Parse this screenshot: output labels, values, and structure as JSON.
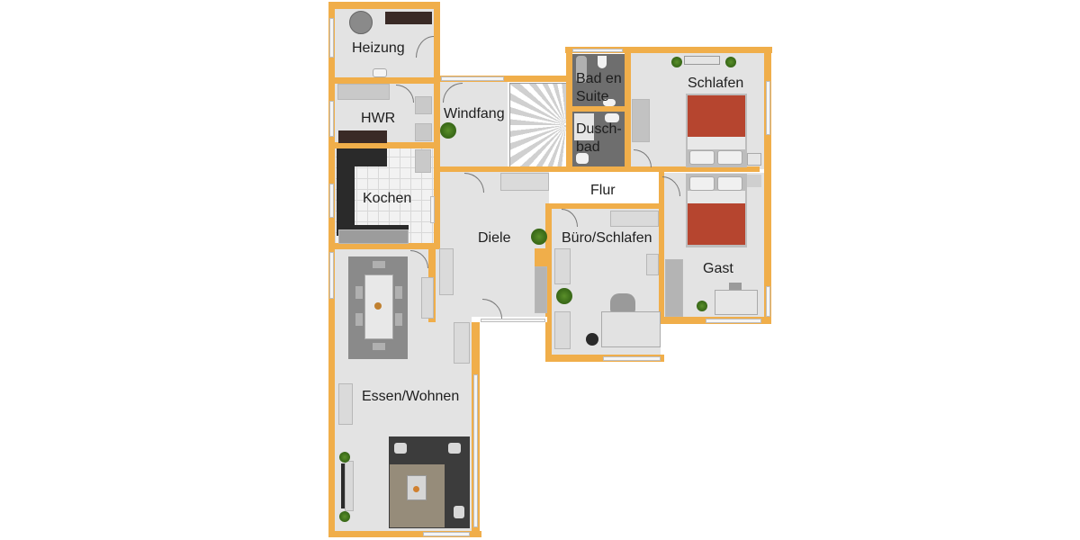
{
  "floorplan": {
    "rooms": [
      {
        "id": "heizung",
        "label": "Heizung"
      },
      {
        "id": "hwr",
        "label": "HWR"
      },
      {
        "id": "windfang",
        "label": "Windfang"
      },
      {
        "id": "bad-en-suite",
        "label": "Bad en\nSuite",
        "line1": "Bad en",
        "line2": "Suite"
      },
      {
        "id": "duschbad",
        "label": "Dusch-\nbad",
        "line1": "Dusch-",
        "line2": "bad"
      },
      {
        "id": "schlafen",
        "label": "Schlafen"
      },
      {
        "id": "kochen",
        "label": "Kochen"
      },
      {
        "id": "flur",
        "label": "Flur"
      },
      {
        "id": "diele",
        "label": "Diele"
      },
      {
        "id": "buero-schlafen",
        "label": "Büro/Schlafen"
      },
      {
        "id": "gast",
        "label": "Gast"
      },
      {
        "id": "essen-wohnen",
        "label": "Essen/Wohnen"
      }
    ],
    "colors": {
      "wall": "#f0ae4a",
      "floor": "#e3e3e3",
      "bed": "#b6452f",
      "kitchen_counter": "#2a2a2a"
    }
  }
}
